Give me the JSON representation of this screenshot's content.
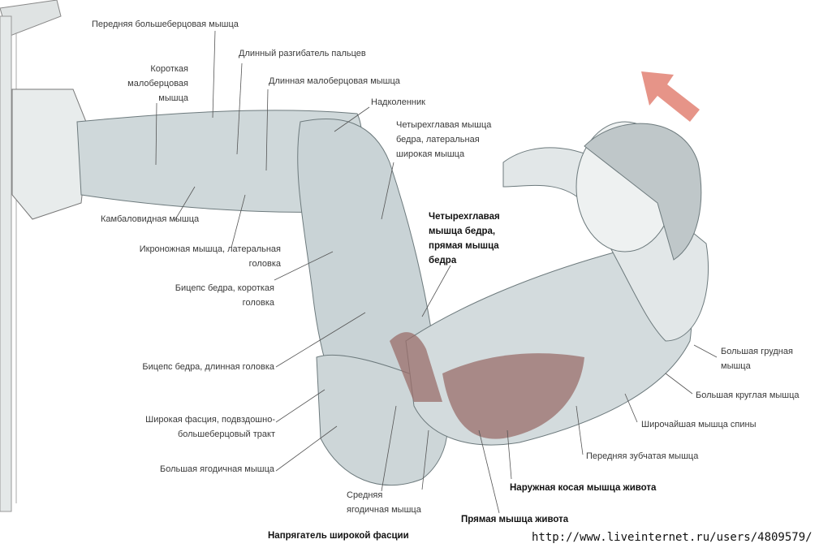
{
  "labels": {
    "tibialis_anterior": "Передняя большеберцовая мышца",
    "ext_digitorum": "Длинный разгибатель пальцев",
    "peroneus_brevis": [
      "Короткая",
      "малоберцовая",
      "мышца"
    ],
    "peroneus_longus": "Длинная малоберцовая мышца",
    "patella": "Надколенник",
    "vastus_lateralis": [
      "Четырехглавая  мышца",
      "бедра, латеральная",
      "широкая мышца"
    ],
    "rectus_femoris": [
      "Четырехглавая",
      "мышца бедра,",
      "прямая мышца",
      "бедра"
    ],
    "soleus": "Камбаловидная мышца",
    "gastrocnemius": [
      "Икроножная мышца, латеральная",
      "головка"
    ],
    "biceps_short": [
      "Бицепс бедра, короткая",
      "головка"
    ],
    "biceps_long": "Бицепс бедра, длинная головка",
    "it_band": [
      "Широкая фасция, подвздошно-",
      "большеберцовый тракт"
    ],
    "gluteus_max": "Большая ягодичная мышца",
    "gluteus_med": [
      "Средняя",
      "ягодичная мышца"
    ],
    "tfl": "Напрягатель широкой фасции",
    "rectus_abdominis": "Прямая мышца живота",
    "external_oblique": "Наружная косая мышца живота",
    "serratus": "Передняя зубчатая мышца",
    "latissimus": "Широчайшая мышца спины",
    "teres_major": "Большая круглая мышца",
    "pectoralis": [
      "Большая грудная",
      "мышца"
    ]
  },
  "watermark": "http://www.liveinternet.ru/users/4809579/",
  "colors": {
    "muscle": "#cfd8da",
    "highlight": "#9a6e6a",
    "arrow": "#e0796a"
  }
}
